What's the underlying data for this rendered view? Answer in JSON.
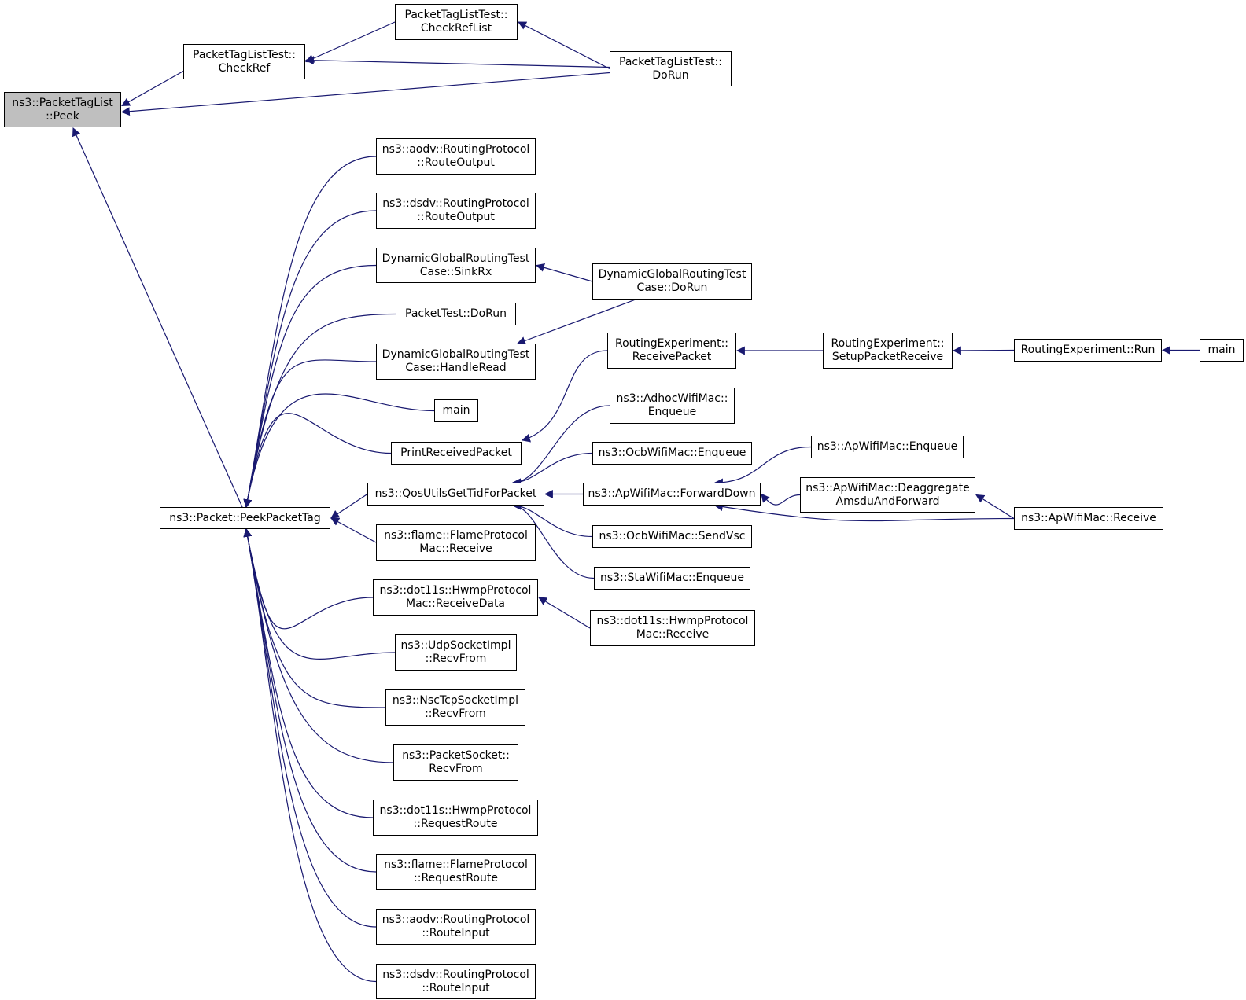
{
  "colors": {
    "edge": "#191970",
    "root_fill": "#bfbfbf",
    "node_fill": "#ffffff",
    "node_border": "#000000"
  },
  "nodes": [
    {
      "id": "peek",
      "lines": [
        "ns3::PacketTagList",
        "::Peek"
      ],
      "root": true
    },
    {
      "id": "checkref",
      "lines": [
        "PacketTagListTest::",
        "CheckRef"
      ]
    },
    {
      "id": "checkreflist",
      "lines": [
        "PacketTagListTest::",
        "CheckRefList"
      ]
    },
    {
      "id": "tagdorun",
      "lines": [
        "PacketTagListTest::",
        "DoRun"
      ]
    },
    {
      "id": "peekpackettag",
      "lines": [
        "ns3::Packet::PeekPacketTag"
      ]
    },
    {
      "id": "aodv_ro",
      "lines": [
        "ns3::aodv::RoutingProtocol",
        "::RouteOutput"
      ]
    },
    {
      "id": "dsdv_ro",
      "lines": [
        "ns3::dsdv::RoutingProtocol",
        "::RouteOutput"
      ]
    },
    {
      "id": "dgr_sinkrx",
      "lines": [
        "DynamicGlobalRoutingTest",
        "Case::SinkRx"
      ]
    },
    {
      "id": "packettest_dorun",
      "lines": [
        "PacketTest::DoRun"
      ]
    },
    {
      "id": "dgr_handleread",
      "lines": [
        "DynamicGlobalRoutingTest",
        "Case::HandleRead"
      ]
    },
    {
      "id": "main1",
      "lines": [
        "main"
      ]
    },
    {
      "id": "printreceived",
      "lines": [
        "PrintReceivedPacket"
      ]
    },
    {
      "id": "qosutils",
      "lines": [
        "ns3::QosUtilsGetTidForPacket"
      ]
    },
    {
      "id": "flame_mac_recv",
      "lines": [
        "ns3::flame::FlameProtocol",
        "Mac::Receive"
      ]
    },
    {
      "id": "hwmp_mac_recvdata",
      "lines": [
        "ns3::dot11s::HwmpProtocol",
        "Mac::ReceiveData"
      ]
    },
    {
      "id": "udp_recvfrom",
      "lines": [
        "ns3::UdpSocketImpl",
        "::RecvFrom"
      ]
    },
    {
      "id": "nsc_recvfrom",
      "lines": [
        "ns3::NscTcpSocketImpl",
        "::RecvFrom"
      ]
    },
    {
      "id": "pktsock_recvfrom",
      "lines": [
        "ns3::PacketSocket::",
        "RecvFrom"
      ]
    },
    {
      "id": "hwmp_reqroute",
      "lines": [
        "ns3::dot11s::HwmpProtocol",
        "::RequestRoute"
      ]
    },
    {
      "id": "flame_reqroute",
      "lines": [
        "ns3::flame::FlameProtocol",
        "::RequestRoute"
      ]
    },
    {
      "id": "aodv_ri",
      "lines": [
        "ns3::aodv::RoutingProtocol",
        "::RouteInput"
      ]
    },
    {
      "id": "dsdv_ri",
      "lines": [
        "ns3::dsdv::RoutingProtocol",
        "::RouteInput"
      ]
    },
    {
      "id": "dgr_dorun",
      "lines": [
        "DynamicGlobalRoutingTest",
        "Case::DoRun"
      ]
    },
    {
      "id": "re_receivepacket",
      "lines": [
        "RoutingExperiment::",
        "ReceivePacket"
      ]
    },
    {
      "id": "re_setup",
      "lines": [
        "RoutingExperiment::",
        "SetupPacketReceive"
      ]
    },
    {
      "id": "re_run",
      "lines": [
        "RoutingExperiment::Run"
      ]
    },
    {
      "id": "main2",
      "lines": [
        "main"
      ]
    },
    {
      "id": "adhoc_enqueue",
      "lines": [
        "ns3::AdhocWifiMac::",
        "Enqueue"
      ]
    },
    {
      "id": "ocb_enqueue",
      "lines": [
        "ns3::OcbWifiMac::Enqueue"
      ]
    },
    {
      "id": "ap_forwarddown",
      "lines": [
        "ns3::ApWifiMac::ForwardDown"
      ]
    },
    {
      "id": "ocb_sendvsc",
      "lines": [
        "ns3::OcbWifiMac::SendVsc"
      ]
    },
    {
      "id": "sta_enqueue",
      "lines": [
        "ns3::StaWifiMac::Enqueue"
      ]
    },
    {
      "id": "hwmp_mac_recv",
      "lines": [
        "ns3::dot11s::HwmpProtocol",
        "Mac::Receive"
      ]
    },
    {
      "id": "ap_enqueue",
      "lines": [
        "ns3::ApWifiMac::Enqueue"
      ]
    },
    {
      "id": "ap_deaggregate",
      "lines": [
        "ns3::ApWifiMac::Deaggregate",
        "AmsduAndForward"
      ]
    },
    {
      "id": "ap_receive",
      "lines": [
        "ns3::ApWifiMac::Receive"
      ]
    }
  ],
  "edges": [
    [
      "checkref",
      "peek"
    ],
    [
      "tagdorun",
      "peek"
    ],
    [
      "peekpackettag",
      "peek"
    ],
    [
      "checkreflist",
      "checkref"
    ],
    [
      "tagdorun",
      "checkref"
    ],
    [
      "tagdorun",
      "checkreflist"
    ],
    [
      "aodv_ro",
      "peekpackettag"
    ],
    [
      "dsdv_ro",
      "peekpackettag"
    ],
    [
      "dgr_sinkrx",
      "peekpackettag"
    ],
    [
      "packettest_dorun",
      "peekpackettag"
    ],
    [
      "dgr_handleread",
      "peekpackettag"
    ],
    [
      "main1",
      "peekpackettag"
    ],
    [
      "printreceived",
      "peekpackettag"
    ],
    [
      "qosutils",
      "peekpackettag"
    ],
    [
      "flame_mac_recv",
      "peekpackettag"
    ],
    [
      "hwmp_mac_recvdata",
      "peekpackettag"
    ],
    [
      "udp_recvfrom",
      "peekpackettag"
    ],
    [
      "nsc_recvfrom",
      "peekpackettag"
    ],
    [
      "pktsock_recvfrom",
      "peekpackettag"
    ],
    [
      "hwmp_reqroute",
      "peekpackettag"
    ],
    [
      "flame_reqroute",
      "peekpackettag"
    ],
    [
      "aodv_ri",
      "peekpackettag"
    ],
    [
      "dsdv_ri",
      "peekpackettag"
    ],
    [
      "dgr_dorun",
      "dgr_sinkrx"
    ],
    [
      "dgr_dorun",
      "dgr_handleread"
    ],
    [
      "re_receivepacket",
      "printreceived"
    ],
    [
      "re_setup",
      "re_receivepacket"
    ],
    [
      "re_run",
      "re_setup"
    ],
    [
      "main2",
      "re_run"
    ],
    [
      "adhoc_enqueue",
      "qosutils"
    ],
    [
      "ocb_enqueue",
      "qosutils"
    ],
    [
      "ap_forwarddown",
      "qosutils"
    ],
    [
      "ocb_sendvsc",
      "qosutils"
    ],
    [
      "sta_enqueue",
      "qosutils"
    ],
    [
      "hwmp_mac_recv",
      "hwmp_mac_recvdata"
    ],
    [
      "ap_enqueue",
      "ap_forwarddown"
    ],
    [
      "ap_deaggregate",
      "ap_forwarddown"
    ],
    [
      "ap_receive",
      "ap_forwarddown"
    ],
    [
      "ap_receive",
      "ap_deaggregate"
    ]
  ]
}
